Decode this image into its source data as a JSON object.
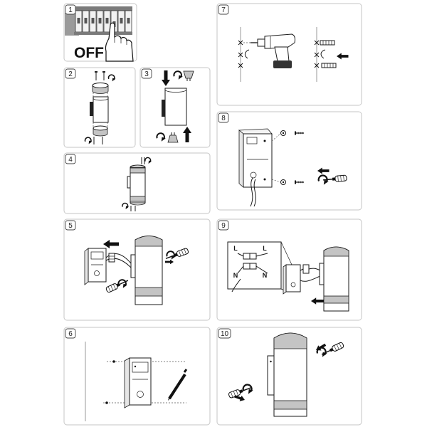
{
  "steps": [
    {
      "number": "1"
    },
    {
      "number": "2"
    },
    {
      "number": "3"
    },
    {
      "number": "4"
    },
    {
      "number": "5"
    },
    {
      "number": "6"
    },
    {
      "number": "7"
    },
    {
      "number": "8"
    },
    {
      "number": "9"
    },
    {
      "number": "10"
    }
  ],
  "step1": {
    "switch_state": "OFF"
  },
  "step9": {
    "terminal_top_left": "L",
    "terminal_top_right": "L",
    "terminal_bottom_left": "N",
    "terminal_bottom_right": "N"
  },
  "colors": {
    "line": "#1a1a1a",
    "panel_border": "#c6c6c6",
    "shade": "#c4c4c4"
  }
}
